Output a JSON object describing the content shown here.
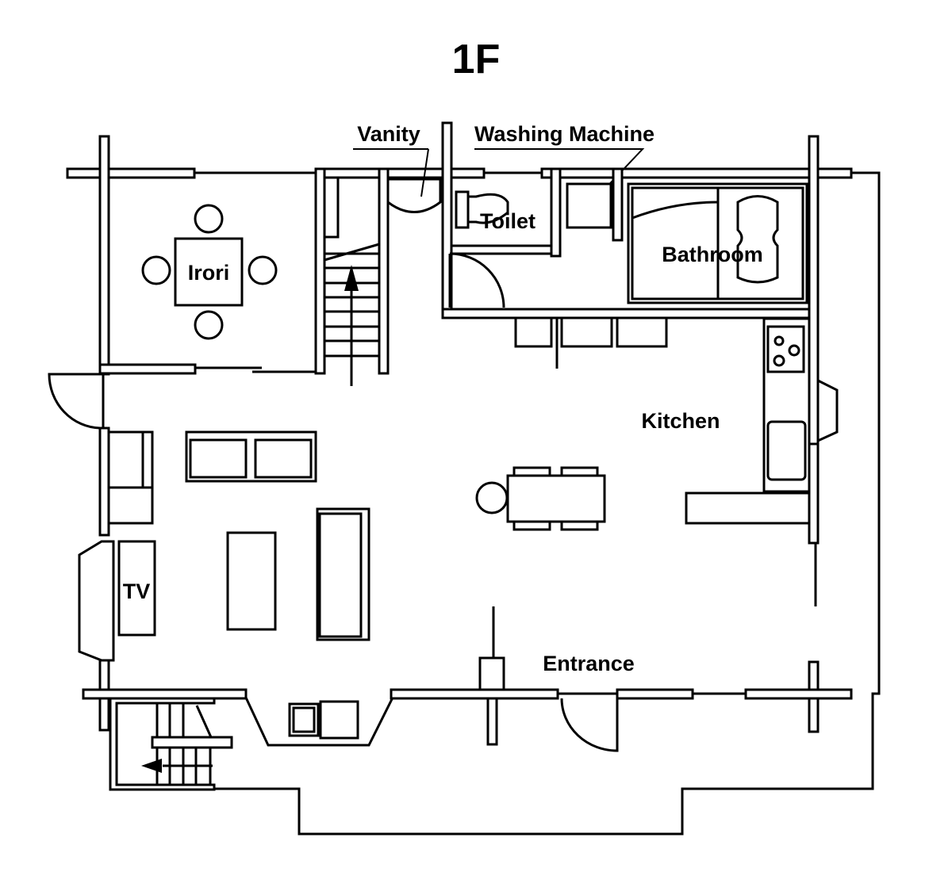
{
  "title": "1F",
  "rooms": {
    "irori": "Irori",
    "vanity": "Vanity",
    "washing_machine": "Washing Machine",
    "toilet": "Toilet",
    "bathroom": "Bathroom",
    "kitchen": "Kitchen",
    "tv": "TV",
    "entrance": "Entrance"
  }
}
